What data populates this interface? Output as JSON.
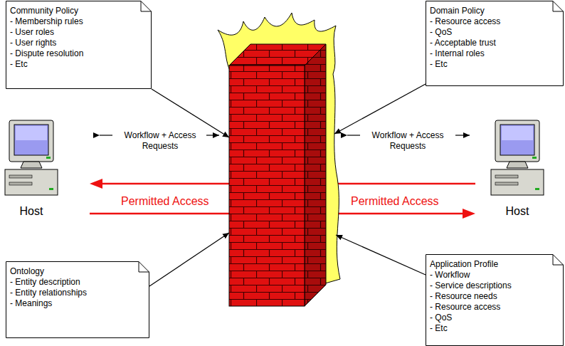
{
  "diagram": {
    "nodes": [
      {
        "text": [
          "Community Policy",
          "- Membership rules",
          "- User roles",
          "- User rights",
          "- Dispute resolution",
          "- Etc"
        ]
      },
      {
        "text": [
          "Domain Policy",
          "- Resource access",
          "- QoS",
          "- Acceptable trust",
          "- Internal roles",
          "- Etc"
        ]
      },
      {
        "text": [
          "Host"
        ]
      },
      {
        "text": [
          "Host"
        ]
      },
      {
        "text": [
          "Ontology",
          "- Entity description",
          "- Entity relationships",
          "- Meanings"
        ]
      },
      {
        "text": [
          "Application Profile",
          "- Workflow",
          "- Service descriptions",
          "- Resource needs",
          "- Resource access",
          "- QoS",
          "- Etc"
        ]
      }
    ],
    "edges": [
      {
        "from": 3,
        "to": 2,
        "label": "Permitted Access",
        "arrow": "to"
      },
      {
        "from": 2,
        "to": 3,
        "label": "Permitted Access",
        "arrow": "to"
      }
    ],
    "labels": [
      "Workflow + Access Requests",
      "Workflow + Access Requests"
    ]
  }
}
